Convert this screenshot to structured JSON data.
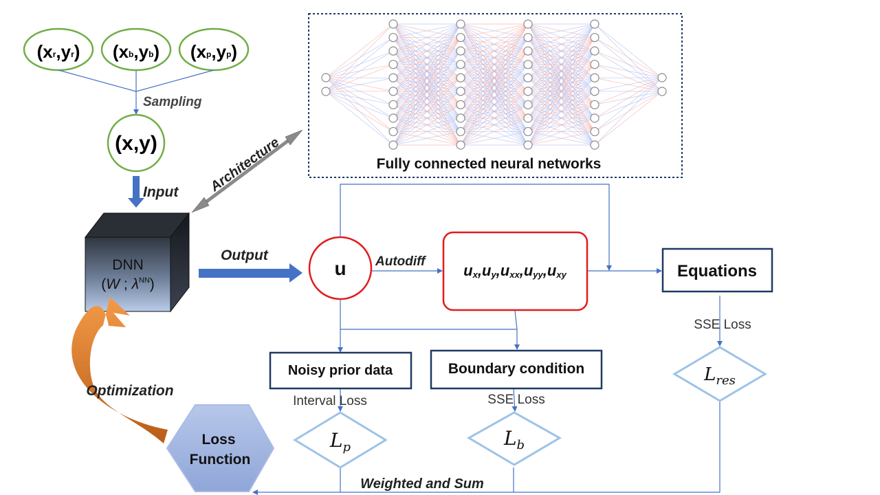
{
  "inputs": {
    "residual": {
      "base_x": "x",
      "sub_x": "r",
      "base_y": "y",
      "sub_y": "r"
    },
    "boundary": {
      "base_x": "x",
      "sub_x": "b",
      "base_y": "y",
      "sub_y": "b"
    },
    "prior": {
      "base_x": "x",
      "sub_x": "p",
      "base_y": "y",
      "sub_y": "p"
    }
  },
  "coord_label": "(x,y)",
  "labels": {
    "sampling": "Sampling",
    "input": "Input",
    "architecture": "Architecture",
    "output": "Output",
    "autodiff": "Autodiff",
    "optimization": "Optimization",
    "weighted_sum": "Weighted and Sum",
    "interval_loss": "Interval Loss",
    "sse_loss_boundary": "SSE Loss",
    "sse_loss_equations": "SSE Loss"
  },
  "nn_caption": "Fully connected neural networks",
  "nn_layers": [
    2,
    10,
    10,
    10,
    10,
    2
  ],
  "dnn": {
    "title": "DNN",
    "params_w": "W",
    "params_sep": ";",
    "params_lambda": "λ",
    "params_sup": "NN"
  },
  "u_label": "u",
  "derivatives": [
    {
      "base": "u",
      "sub": "x"
    },
    {
      "base": "u",
      "sub": "y"
    },
    {
      "base": "u",
      "sub": "xx"
    },
    {
      "base": "u",
      "sub": "yy"
    },
    {
      "base": "u",
      "sub": "xy"
    }
  ],
  "equations_label": "Equations",
  "noisy_prior_label": "Noisy prior data",
  "boundary_label": "Boundary condition",
  "loss_function": {
    "line1": "Loss",
    "line2": "Function"
  },
  "losses": {
    "p": {
      "base": "L",
      "sub": "p"
    },
    "b": {
      "base": "L",
      "sub": "b"
    },
    "res": {
      "base": "L",
      "sub": "res"
    }
  },
  "colors": {
    "green": "#70ad47",
    "red": "#e31a1c",
    "blue_arrow": "#4472c4",
    "navy": "#1f3864",
    "diamond": "#9dc3e6",
    "hexagon": "#9fb4e0",
    "orange": "#e07b2a"
  }
}
